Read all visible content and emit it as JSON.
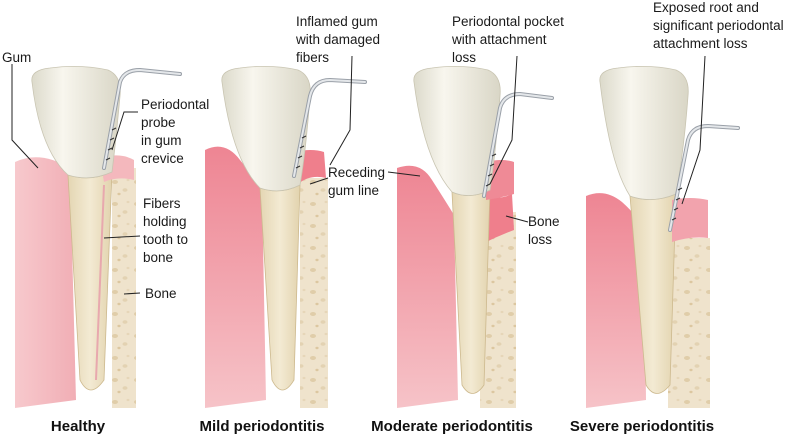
{
  "stages": [
    {
      "title": "Healthy"
    },
    {
      "title": "Mild periodontitis"
    },
    {
      "title": "Moderate periodontitis"
    },
    {
      "title": "Severe periodontitis"
    }
  ],
  "labels": {
    "gum": "Gum",
    "probe": [
      "Periodontal",
      "probe",
      "in gum",
      "crevice"
    ],
    "fibers": [
      "Fibers",
      "holding",
      "tooth to",
      "bone"
    ],
    "bone": "Bone",
    "inflamed": [
      "Inflamed gum",
      "with damaged",
      "fibers"
    ],
    "receding": [
      "Receding",
      "gum line"
    ],
    "pocket": [
      "Periodontal pocket",
      "with attachment",
      "loss"
    ],
    "bone_loss": [
      "Bone",
      "loss"
    ],
    "exposed": [
      "Exposed root and",
      "significant periodontal",
      "attachment loss"
    ]
  },
  "colors": {
    "gum": "#f4b8bd",
    "gum_light": "#fbd9dc",
    "gum_inflamed": "#ef7f8c",
    "bone": "#efe3cc",
    "bone_spot": "#e3d2b2",
    "enamel": "#f4f1e6",
    "root": "#eee3c6",
    "probe": "#c9cdd3"
  }
}
